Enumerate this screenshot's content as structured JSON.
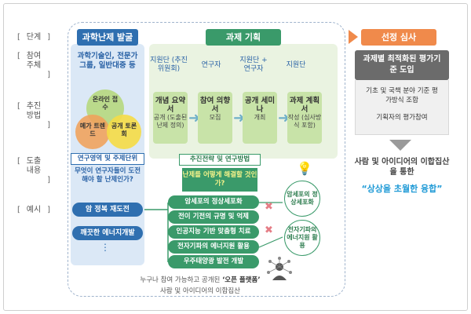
{
  "row_labels": [
    "단계",
    "참여 주체",
    "추진 방법",
    "도출 내용",
    "예시"
  ],
  "discovery": {
    "header": "과학난제 발굴",
    "participants": "과학기술인, 전문가그룹, 일반대중 등",
    "venn": {
      "top": "온라인 접수",
      "left": "메가 트렌드",
      "right": "공개 토론회"
    },
    "output_title": "연구영역 및 주제단위",
    "output_question": "무엇이 연구자들이 도전해야 할 난제인가?",
    "examples": [
      "암 정복 재도전",
      "깨끗한 에너지개발",
      "⋮"
    ]
  },
  "planning": {
    "header": "과제 기획",
    "roles": [
      "지원단 (추진위원회)",
      "연구자",
      "지원단 + 연구자",
      "지원단"
    ],
    "steps": [
      {
        "title": "개념 요약서",
        "sub": "공개 (도출된 난제 정의)"
      },
      {
        "title": "참여 의향서",
        "sub": "모집"
      },
      {
        "title": "공개 세미나",
        "sub": "개최"
      },
      {
        "title": "과제 계획서",
        "sub": "작성 (심사방식 포함)"
      }
    ],
    "output_title": "추진전략 및 연구방법",
    "output_question": "난제를 어떻게 해결할 것인가?",
    "examples": [
      "암세포의 정상세포화",
      "전이 기전의 규명 및 억제",
      "인공지능 기반 맞춤형 치료",
      "전자기파의 에너지원 활용",
      "우주태양광 발전 개발"
    ],
    "selected": [
      "암세포의 정상세포화",
      "전자기파의 에너지원 활용"
    ]
  },
  "review": {
    "header": "선정 심사",
    "title": "과제별 최적화된 평가기준 도입",
    "items": [
      "기초 및 국책 분야 기준 평가방식 조합",
      "기획자의 평가참여"
    ]
  },
  "summary": {
    "line1": "사람 및 아이디어의 이합집산을 통한",
    "quote": "“상상을 초월한 융합”"
  },
  "footer": {
    "line1_pre": "누구나 참여 가능하고 공개된",
    "line1_em": "‘오픈 플랫폼’",
    "line2": "사람 및 아이디어의 이합집산"
  },
  "colors": {
    "blue": "#2f6fb0",
    "green": "#3a9a6a",
    "gray_header": "#6b6b6b",
    "orange_header": "#f08a4b"
  }
}
